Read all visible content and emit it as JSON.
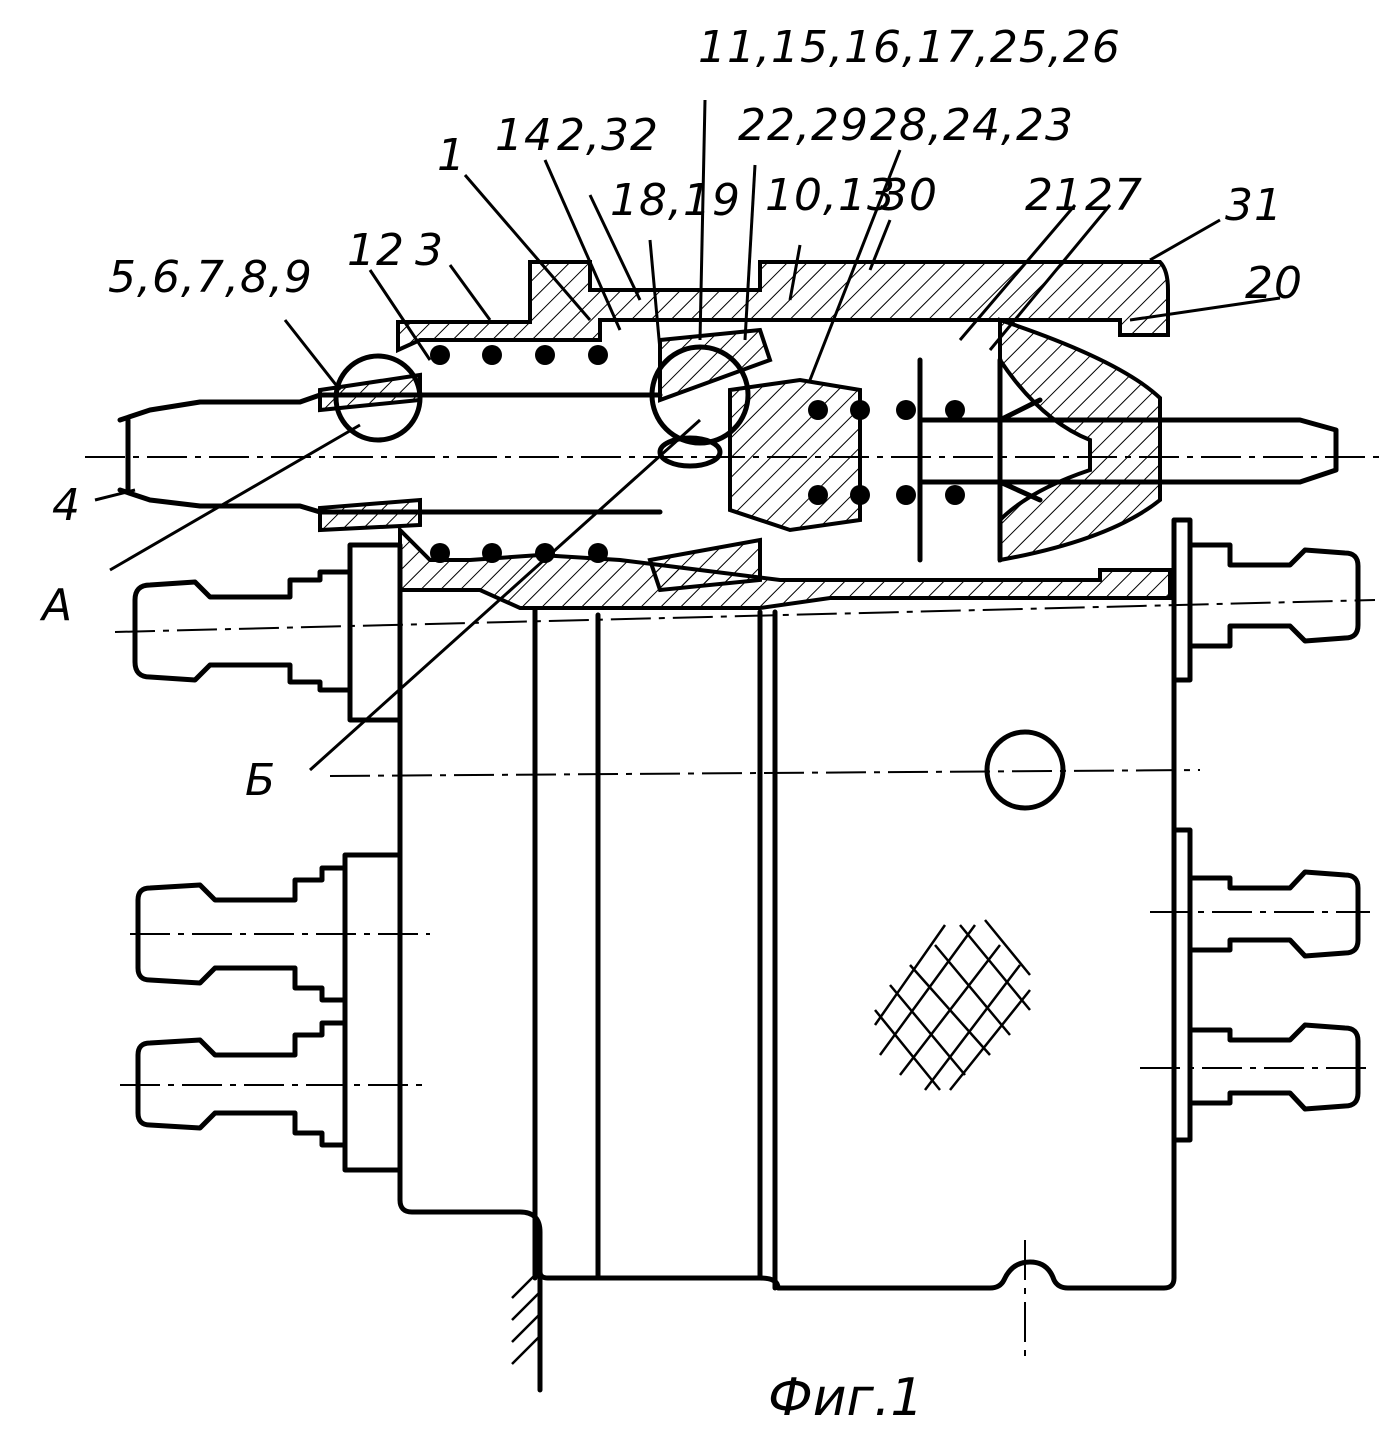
{
  "labels": [
    {
      "id": "l-11-26",
      "text": "11,15,16,17,25,26"
    },
    {
      "id": "l-14",
      "text": "14"
    },
    {
      "id": "l-2-32",
      "text": "2,32"
    },
    {
      "id": "l-22-29",
      "text": "22,29"
    },
    {
      "id": "l-28-23",
      "text": "28,24,23"
    },
    {
      "id": "l-1",
      "text": "1"
    },
    {
      "id": "l-18-19",
      "text": "18,19"
    },
    {
      "id": "l-10-13",
      "text": "10,13"
    },
    {
      "id": "l-30",
      "text": "30"
    },
    {
      "id": "l-21",
      "text": "21"
    },
    {
      "id": "l-27",
      "text": "27"
    },
    {
      "id": "l-31",
      "text": "31"
    },
    {
      "id": "l-12",
      "text": "12"
    },
    {
      "id": "l-3",
      "text": "3"
    },
    {
      "id": "l-20",
      "text": "20"
    },
    {
      "id": "l-5-9",
      "text": "5,6,7,8,9"
    },
    {
      "id": "l-4",
      "text": "4"
    },
    {
      "id": "l-A",
      "text": "А"
    },
    {
      "id": "l-B",
      "text": "Б"
    }
  ],
  "caption": "Фиг.1"
}
